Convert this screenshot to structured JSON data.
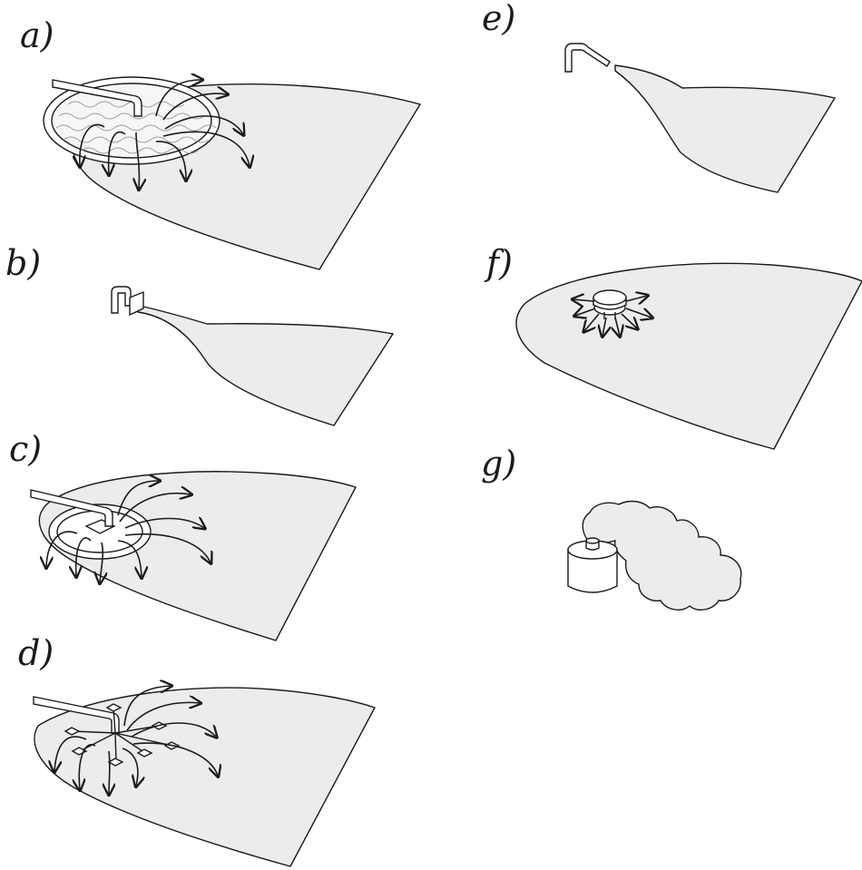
{
  "panels": [
    {
      "id": "a",
      "label": "a)"
    },
    {
      "id": "b",
      "label": "b)"
    },
    {
      "id": "c",
      "label": "c)"
    },
    {
      "id": "d",
      "label": "d)"
    },
    {
      "id": "e",
      "label": "e)"
    },
    {
      "id": "f",
      "label": "f)"
    },
    {
      "id": "g",
      "label": "g)"
    }
  ],
  "colors": {
    "plume_fill": "#ececec",
    "stroke": "#1a1a1a",
    "background": "#ffffff"
  }
}
